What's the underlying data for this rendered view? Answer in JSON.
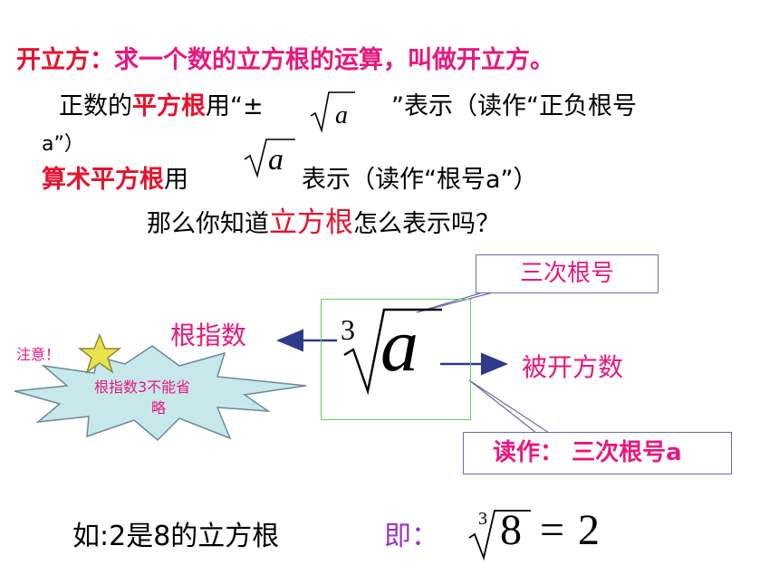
{
  "colors": {
    "accent_red": "#e8112d",
    "accent_pink": "#e8177d",
    "accent_purple": "#9933cc",
    "box_border": "#6a6ab0",
    "green_border": "#66cc66",
    "arrow": "#2e3a8c",
    "star_fill": "#e9e24a",
    "burst_fill": "#c7e8ea"
  },
  "title": {
    "label": "开立方：",
    "text": "求一个数的立方根的运算，叫做开立方。"
  },
  "line1": {
    "prefix": "正数的",
    "highlight": "平方根",
    "mid": "用“±",
    "sqrt_var": "a",
    "suffix": "”表示（读作“正负根号",
    "wrap": "a”）"
  },
  "line2": {
    "highlight": "算术平方根",
    "mid": "用",
    "sqrt_var": "a",
    "suffix": "表示（读作“根号a”）"
  },
  "line3": {
    "prefix": "那么你知道",
    "highlight": "立方根",
    "suffix": "怎么表示吗？"
  },
  "diagram": {
    "index_digit": "3",
    "radicand": "a",
    "callout_top": "三次根号",
    "label_index": "根指数",
    "label_radicand": "被开方数",
    "callout_bottom_prefix": "读作：",
    "callout_bottom_text": "三次根号a"
  },
  "note": {
    "label": "注意！",
    "text_line1": "根指数3不能省",
    "text_line2": "略"
  },
  "example": {
    "text": "如:2是8的立方根",
    "ji": "即：",
    "index": "3",
    "radicand": "8",
    "equals": "=",
    "result": "2"
  }
}
